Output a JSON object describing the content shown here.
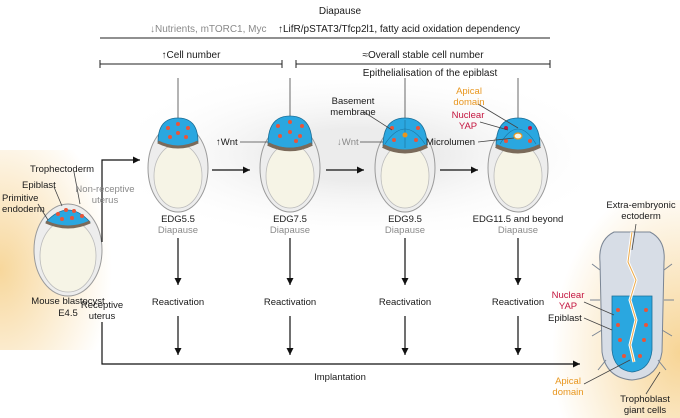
{
  "header": {
    "title": "Diapause",
    "down_text": "↓Nutrients, mTORC1, Myc",
    "up_text": "↑LifR/pSTAT3/Tfcp2l1, fatty acid oxidation dependency",
    "cell_number_up": "↑Cell number",
    "cell_number_stable": "≈Overall stable cell number",
    "epithelialisation": "Epithelialisation of the epiblast"
  },
  "blastocyst": {
    "trophectoderm": "Trophectoderm",
    "epiblast": "Epiblast",
    "primitive_endoderm": "Primitive\nendoderm",
    "name": "Mouse blastocyst",
    "stage": "E4.5"
  },
  "uterus": {
    "non_receptive": "Non-receptive\nuterus",
    "receptive": "Receptive\nuterus"
  },
  "stages": [
    {
      "name": "EDG5.5",
      "state": "Diapause"
    },
    {
      "name": "EDG7.5",
      "state": "Diapause"
    },
    {
      "name": "EDG9.5",
      "state": "Diapause"
    },
    {
      "name": "EDG11.5 and beyond",
      "state": "Diapause"
    }
  ],
  "signals": {
    "wnt_up": "↑Wnt",
    "wnt_down": "↓Wnt",
    "basement_membrane": "Basement\nmembrane",
    "apical_domain": "Apical\ndomain",
    "nuclear_yap": "Nuclear\nYAP",
    "microlumen": "Microlumen"
  },
  "reactivation_label": "Reactivation",
  "implantation_label": "Implantation",
  "postimplant": {
    "extraembryonic": "Extra-embryonic\nectoderm",
    "nuclear_yap": "Nuclear\nYAP",
    "epiblast": "Epiblast",
    "apical_domain": "Apical\ndomain",
    "trophoblast": "Trophoblast\ngiant cells"
  },
  "colors": {
    "epiblast_blue": "#2aa7e0",
    "nucleus_red": "#e8553a",
    "endoderm_brown": "#7a6a5a",
    "apical_orange": "#e8961e",
    "yap_red": "#c4153f",
    "glow": "#f6d08a"
  }
}
